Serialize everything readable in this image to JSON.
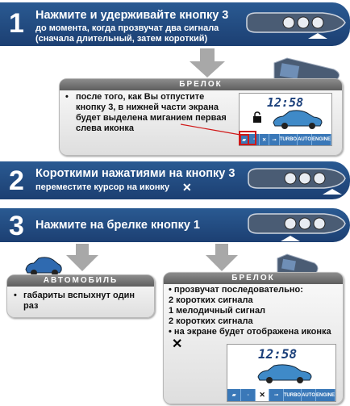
{
  "step1": {
    "number": "1",
    "title": "Нажмите и удерживайте кнопку 3",
    "lines": [
      "до момента, когда прозвучат два сигнала",
      "(сначала длительный, затем короткий)"
    ]
  },
  "panel1": {
    "title": "БРЕЛОК",
    "lines": [
      "после того, как Вы отпустите",
      "кнопку 3, в нижней части экрана",
      "будет выделена миганием первая",
      "слева иконка"
    ],
    "time": "12:58"
  },
  "step2": {
    "number": "2",
    "title": "Короткими нажатиями на кнопку 3",
    "subtitle": "переместите курсор на иконку"
  },
  "step3": {
    "number": "3",
    "title": "Нажмите на брелке кнопку 1"
  },
  "car_panel": {
    "title": "АВТОМОБИЛЬ",
    "text_line1": "габариты вспыхнут один",
    "text_line2": "раз"
  },
  "panel2": {
    "title": "БРЕЛОК",
    "lines": [
      "прозвучат последовательно:",
      "2 коротких сигнала",
      "1 мелодичный сигнал",
      "2 коротких сигнала",
      "на экране будет отображена иконка"
    ],
    "time": "12:58"
  },
  "icon_bar": [
    "TURBO",
    "AUTO",
    "ENGINE"
  ],
  "colors": {
    "banner": "#1c3f72",
    "lcd_blue": "#3a78b8",
    "highlight": "#d01818",
    "arrow": "#a8a8a8"
  }
}
